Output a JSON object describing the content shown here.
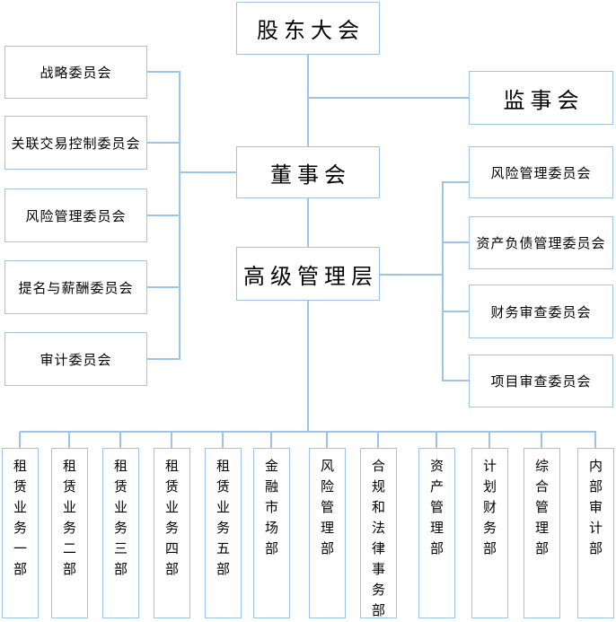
{
  "org_chart": {
    "nodes": {
      "shareholders_meeting": "股东大会",
      "supervisory_board": "监事会",
      "board_of_directors": "董事会",
      "senior_management": "高级管理层"
    },
    "board_committees": [
      "战略委员会",
      "关联交易控制委员会",
      "风险管理委员会",
      "提名与薪酬委员会",
      "审计委员会"
    ],
    "management_committees": [
      "风险管理委员会",
      "资产负债管理委员会",
      "财务审查委员会",
      "项目审查委员会"
    ],
    "departments": [
      "租赁业务一部",
      "租赁业务二部",
      "租赁业务三部",
      "租赁业务四部",
      "租赁业务五部",
      "金融市场部",
      "风险管理部",
      "合规和法律事务部",
      "资产管理部",
      "计划财务部",
      "综合管理部",
      "内部审计部"
    ],
    "colors": {
      "connector_line": "#9DC3E6",
      "box_border": "#9DC3E6",
      "text": "#000000",
      "background": "#FFFFFF"
    }
  }
}
